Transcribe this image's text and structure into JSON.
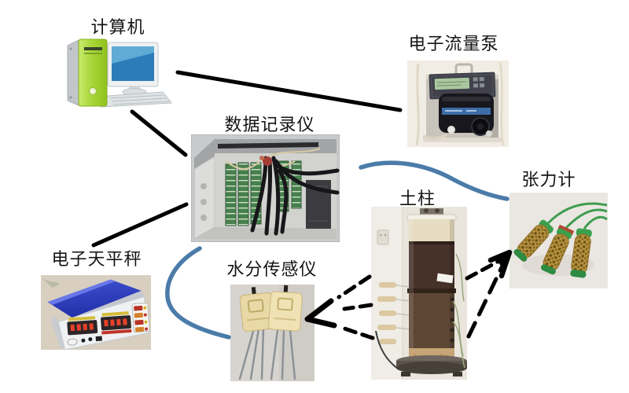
{
  "figure": {
    "background": "#ffffff",
    "nodes": {
      "computer": {
        "label": "计算机",
        "image": "computer-clipart"
      },
      "flow_pump": {
        "label": "电子流量泵",
        "image": "peristaltic-pump-photo"
      },
      "data_logger": {
        "label": "数据记录仪",
        "image": "datalogger-box-photo"
      },
      "tensiometer": {
        "label": "张力计",
        "image": "tensiometer-photo"
      },
      "soil_column": {
        "label": "土柱",
        "image": "soil-column-photo"
      },
      "balance": {
        "label": "电子天平秤",
        "image": "electronic-balance-photo"
      },
      "moisture_sensor": {
        "label": "水分传感仪",
        "image": "moisture-sensor-photo"
      }
    },
    "connections": [
      {
        "from": "计算机",
        "to": "电子流量泵",
        "style": "solid-line",
        "color": "#000000"
      },
      {
        "from": "计算机",
        "to": "数据记录仪",
        "style": "solid-line",
        "color": "#000000"
      },
      {
        "from": "数据记录仪",
        "to": "电子天平秤",
        "style": "solid-line",
        "color": "#000000"
      },
      {
        "from": "数据记录仪",
        "to": "张力计",
        "style": "curved-line",
        "color": "#4b7ca9"
      },
      {
        "from": "数据记录仪",
        "to": "水分传感仪",
        "style": "curved-line",
        "color": "#4b7ca9"
      },
      {
        "from": "土柱",
        "to": "水分传感仪",
        "style": "dashed-arrow",
        "color": "#000000"
      },
      {
        "from": "土柱",
        "to": "张力计",
        "style": "dashed-arrow",
        "color": "#000000"
      }
    ],
    "colors": {
      "connector_black": "#000000",
      "connector_blue": "#4b7ca9",
      "label_text": "#151515"
    }
  }
}
